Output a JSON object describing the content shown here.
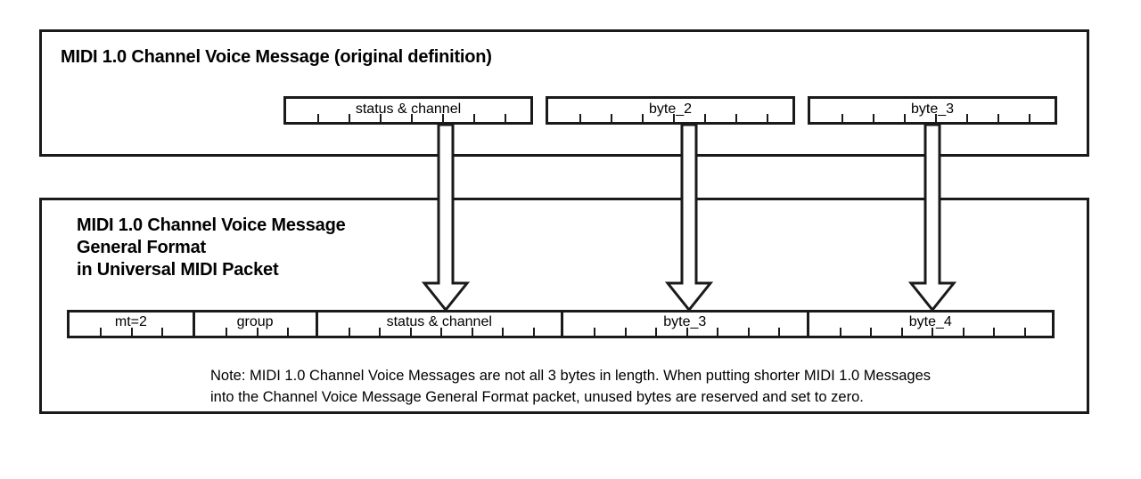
{
  "diagram": {
    "panels": {
      "top": {
        "title": "MIDI 1.0 Channel Voice Message (original definition)",
        "bytes": [
          {
            "label": "status & channel",
            "bits": 8
          },
          {
            "label": "byte_2",
            "bits": 8
          },
          {
            "label": "byte_3",
            "bits": 8
          }
        ]
      },
      "bottom": {
        "title_line1": "MIDI 1.0 Channel Voice Message",
        "title_line2": "General Format",
        "title_line3": "in Universal MIDI Packet",
        "packet_fields": [
          {
            "label": "mt=2",
            "bits": 4
          },
          {
            "label": "group",
            "bits": 4
          },
          {
            "label": "status & channel",
            "bits": 8
          },
          {
            "label": "byte_3",
            "bits": 8
          },
          {
            "label": "byte_4",
            "bits": 8
          }
        ]
      }
    },
    "mappings": [
      {
        "from": "status & channel",
        "to": "status & channel"
      },
      {
        "from": "byte_2",
        "to": "byte_3"
      },
      {
        "from": "byte_3",
        "to": "byte_4"
      }
    ],
    "note_line1": "Note: MIDI 1.0 Channel Voice Messages are not all 3 bytes in length. When putting shorter MIDI 1.0 Messages",
    "note_line2": "into the Channel Voice Message General Format packet, unused bytes are reserved and set to zero.",
    "colors": {
      "stroke": "#1a1a1a",
      "background": "#ffffff",
      "text": "#000000"
    }
  }
}
